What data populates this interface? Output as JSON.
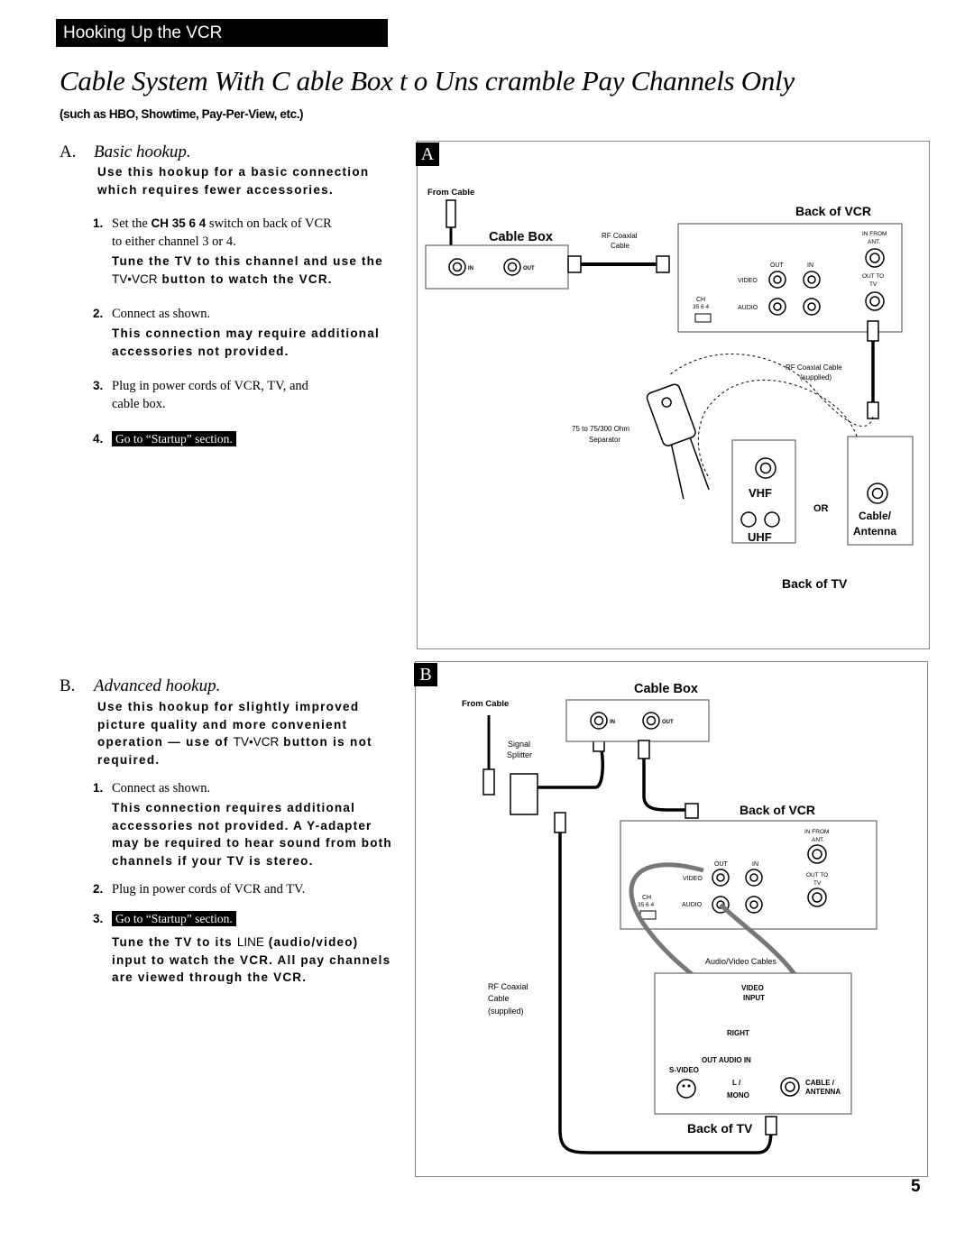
{
  "header": {
    "section_title": "Hooking Up the VCR"
  },
  "title": "Cable   System    With C able   Box t o Uns cramble     Pay  Channels     Only",
  "subtitle": "(such as HBO, Showtime, Pay-Per-View, etc.)",
  "section_a": {
    "letter": "A.",
    "heading": "Basic hookup.",
    "lead_line1": "Use this hookup for a basic connection",
    "lead_line2": "which requires fewer accessories.",
    "step1_num": "1.",
    "step1_pre": "Set the",
    "step1_key": "CH 35 6 4",
    "step1_post": "switch on back of VCR",
    "step1_line2": "to either channel 3 or 4.",
    "step1_note_line1": "Tune the TV to this channel and use the",
    "step1_note_key": "TV•VCR",
    "step1_note_post": "button to watch the VCR.",
    "step2_num": "2.",
    "step2": "Connect as shown.",
    "step2_note_line1": "This connection may require additional",
    "step2_note_line2": "accessories not provided.",
    "step3_num": "3.",
    "step3_line1": "Plug in power cords of VCR, TV, and",
    "step3_line2": "cable box.",
    "step4_num": "4.",
    "step4_link": "Go to “Startup” section."
  },
  "section_b": {
    "letter": "B.",
    "heading": "Advanced hookup.",
    "lead_line1": "Use this hookup for slightly improved",
    "lead_line2": "picture quality and more convenient",
    "lead_line3_pre": "operation — use of",
    "lead_line3_key": "TV•VCR",
    "lead_line3_post": "button is not",
    "lead_line4": "required.",
    "step1_num": "1.",
    "step1": "Connect as shown.",
    "step1_note_line1": "This connection requires additional",
    "step1_note_line2": "accessories not provided. A Y-adapter",
    "step1_note_line3": "may be required to hear sound from both",
    "step1_note_line4": "channels if your TV is stereo.",
    "step2_num": "2.",
    "step2": "Plug in power cords of VCR and TV.",
    "step3_num": "3.",
    "step3_link": "Go to “Startup” section.",
    "step3_note_pre": "Tune the TV to its",
    "step3_note_key": "LINE",
    "step3_note_post": "(audio/video)",
    "step3_note_line2": "input to watch the VCR. All pay channels",
    "step3_note_line3": "are viewed through the VCR."
  },
  "figure_a": {
    "tag": "A",
    "from_cable": "From Cable",
    "cable_box": "Cable Box",
    "in": "IN",
    "out": "OUT",
    "rf_coaxial": "RF Coaxial",
    "cable": "Cable",
    "back_of_vcr": "Back of VCR",
    "in_from": "IN FROM",
    "ant": "ANT.",
    "out_to": "OUT TO",
    "tv": "TV",
    "video": "VIDEO",
    "audio": "AUDIO",
    "ch": "CH",
    "ch_values": "35  6  4",
    "rf_coaxial_cable": "RF Coaxial Cable",
    "supplied": "(supplied)",
    "separator_line1": "75 to 75/300 Ohm",
    "separator_line2": "Separator",
    "vhf": "VHF",
    "uhf": "UHF",
    "or": "OR",
    "cable_antenna_line1": "Cable/",
    "cable_antenna_line2": "Antenna",
    "back_of_tv": "Back of TV"
  },
  "figure_b": {
    "tag": "B",
    "from_cable": "From Cable",
    "cable_box": "Cable Box",
    "in": "IN",
    "out": "OUT",
    "signal": "Signal",
    "splitter": "Splitter",
    "back_of_vcr": "Back of VCR",
    "in_from": "IN FROM",
    "ant": "ANT.",
    "out_to": "OUT TO",
    "tv": "TV",
    "video": "VIDEO",
    "audio": "AUDIO",
    "ch": "CH",
    "ch_values": "35  6  4",
    "av_cables": "Audio/Video Cables",
    "rf_coaxial": "RF Coaxial",
    "cable": "Cable",
    "supplied": "(supplied)",
    "video_input_line1": "VIDEO",
    "video_input_line2": "INPUT",
    "right": "RIGHT",
    "out_audio_in": "OUT  AUDIO   IN",
    "s_video": "S-VIDEO",
    "l_mono_line1": "L /",
    "l_mono_line2": "MONO",
    "cable_antenna_line1": "CABLE /",
    "cable_antenna_line2": "ANTENNA",
    "back_of_tv": "Back of TV"
  },
  "page_number": "5"
}
